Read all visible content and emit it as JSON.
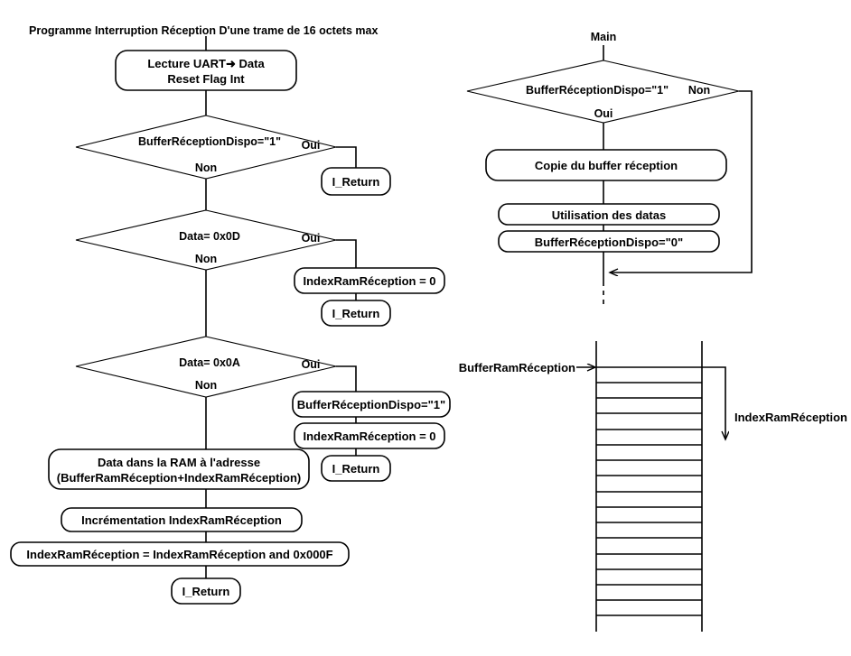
{
  "title": "Programme Interruption Réception  D'une trame de 16 octets max",
  "isr_flow": {
    "entry_box": {
      "line1": "Lecture UART➜ Data",
      "line2": "Reset Flag Int"
    },
    "decisions": [
      {
        "condition": "BufferRéceptionDispo=\"1\"",
        "yes_label": "Oui",
        "no_label": "Non"
      },
      {
        "condition": "Data= 0x0D",
        "yes_label": "Oui",
        "no_label": "Non"
      },
      {
        "condition": "Data= 0x0A",
        "yes_label": "Oui",
        "no_label": "Non"
      }
    ],
    "return_1": "I_Return",
    "branch_2": {
      "action": "IndexRamRéception = 0",
      "return": "I_Return"
    },
    "branch_3": {
      "action1": "BufferRéceptionDispo=\"1\"",
      "action2": "IndexRamRéception = 0",
      "return": "I_Return"
    },
    "tail": {
      "store_line1": "Data dans la RAM à l'adresse",
      "store_line2": "(BufferRamRéception+IndexRamRéception)",
      "increment": "Incrémentation IndexRamRéception",
      "mask": "IndexRamRéception = IndexRamRéception and 0x000F",
      "return": "I_Return"
    }
  },
  "main_flow": {
    "start": "Main",
    "decision": {
      "condition": "BufferRéceptionDispo=\"1\"",
      "no_label": "Non",
      "yes_label": "Oui"
    },
    "steps": [
      "Copie du buffer réception",
      "Utilisation des datas",
      "BufferRéceptionDispo=\"0\""
    ]
  },
  "memory_map": {
    "base_label": "BufferRamRéception",
    "index_label": "IndexRamRéception",
    "cell_count": 16
  },
  "colors": {
    "stroke": "#000000",
    "background": "#ffffff",
    "text": "#000000"
  }
}
